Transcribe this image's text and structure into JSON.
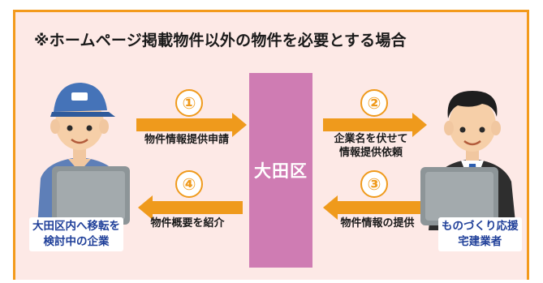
{
  "title": "※ホームページ掲載物件以外の物件を必要とする場合",
  "center": {
    "label": "大田区"
  },
  "steps": [
    {
      "num": "①",
      "label": "物件情報提供申請"
    },
    {
      "num": "②",
      "label_line1": "企業名を伏せて",
      "label_line2": "情報提供依頼"
    },
    {
      "num": "③",
      "label": "物件情報の提供"
    },
    {
      "num": "④",
      "label": "物件概要を紹介"
    }
  ],
  "left_party": {
    "line1": "大田区内へ移転を",
    "line2": "検討中の企業"
  },
  "right_party": {
    "line1": "ものづくり応援",
    "line2": "宅建業者"
  },
  "colors": {
    "frame_border": "#f39a1c",
    "frame_fill": "#fde9e6",
    "arrow": "#ef9a1c",
    "center_bar": "#cf7cb3",
    "caption_text": "#1f3f99"
  },
  "icons": {
    "left_person": "worker-with-cap-at-computer",
    "right_person": "businessman-in-suit-at-computer"
  }
}
